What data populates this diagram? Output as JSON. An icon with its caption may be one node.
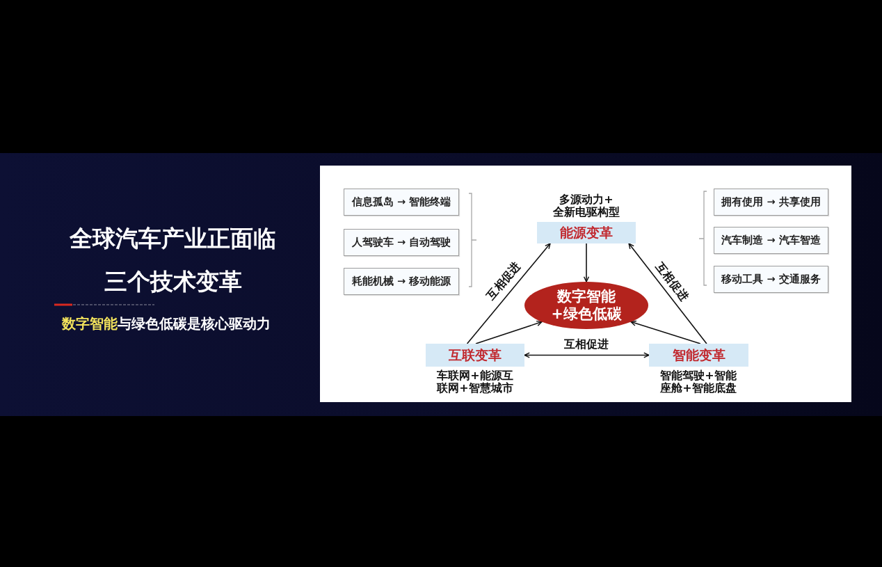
{
  "diagram": {
    "title": "全球汽车产业正面临三个技术变革",
    "nodes": [
      {
        "text": [
          "信息孤岛 → 智能终端"
        ]
      },
      {
        "text": [
          "人驾驶车 → 自动驾驶"
        ]
      },
      {
        "text": [
          "耗能机械 → 移动能源"
        ]
      },
      {
        "text": [
          "能源变革"
        ],
        "beside": [
          "多源动力+全新电驱构型"
        ]
      },
      {
        "text": [
          "拥有使用 → 共享使用"
        ]
      },
      {
        "text": [
          "汽车制造 → 汽车智造"
        ]
      },
      {
        "text": [
          "移动工具 → 交通服务"
        ]
      },
      {
        "text": [
          "数字智能+绿色低碳"
        ]
      },
      {
        "text": [
          "互联变革"
        ],
        "beside": [
          "车联网+能源互联网+智慧城市"
        ]
      },
      {
        "text": [
          "智能变革"
        ],
        "beside": [
          "智能驾驶+智能座舱+智能底盘"
        ]
      }
    ],
    "edges": [
      {
        "from": 3,
        "to": 7,
        "arrow": "to"
      },
      {
        "from": 8,
        "to": 3,
        "arrow": "to",
        "label": "互相促进"
      },
      {
        "from": 9,
        "to": 3,
        "arrow": "to",
        "label": "互相促进"
      },
      {
        "from": 8,
        "to": 7,
        "arrow": "to"
      },
      {
        "from": 9,
        "to": 7,
        "arrow": "to"
      },
      {
        "from": 8,
        "to": 9,
        "arrow": "both",
        "label": "互相促进"
      }
    ],
    "labels": [
      "**数字智能**与绿色低碳是核心驱动力"
    ]
  }
}
